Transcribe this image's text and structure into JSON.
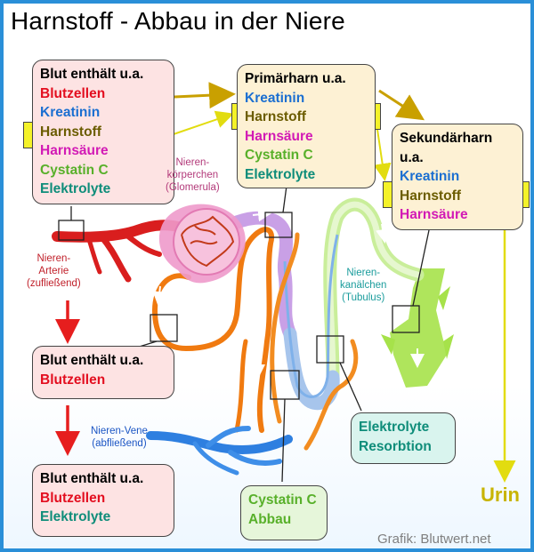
{
  "title": "Harnstoff - Abbau in der Niere",
  "box_blood_top": {
    "heading": "Blut enthält u.a.",
    "items": [
      "Blutzellen",
      "Kreatinin",
      "Harnstoff",
      "Harnsäure",
      "Cystatin C",
      "Elektrolyte"
    ]
  },
  "box_primary": {
    "heading": "Primärharn u.a.",
    "items": [
      "Kreatinin",
      "Harnstoff",
      "Harnsäure",
      "Cystatin C",
      "Elektrolyte"
    ]
  },
  "box_secondary": {
    "heading_1": "Sekundärharn",
    "heading_2": "u.a.",
    "items": [
      "Kreatinin",
      "Harnstoff",
      "Harnsäure"
    ]
  },
  "box_blood_mid": {
    "heading": "Blut enthält u.a.",
    "items": [
      "Blutzellen"
    ]
  },
  "box_blood_bottom": {
    "heading": "Blut enthält u.a.",
    "items": [
      "Blutzellen",
      "Elektrolyte"
    ]
  },
  "box_electrolyte": {
    "line_1": "Elektrolyte",
    "line_2": "Resorbtion"
  },
  "box_cystatin": {
    "line_1": "Cystatin C",
    "line_2": "Abbau"
  },
  "labels": {
    "glomerula": [
      "Nieren-",
      "körperchen",
      "(Glomerula)"
    ],
    "artery": [
      "Nieren-",
      "Arterie",
      "(zufließend)"
    ],
    "vein": [
      "Nieren-Vene",
      "(abfließend)"
    ],
    "tubulus": [
      "Nieren-",
      "kanälchen",
      "(Tubulus)"
    ],
    "urin": "Urin"
  },
  "credit": "Grafik: Blutwert.net",
  "colors": {
    "frame": "#2a8fd8",
    "highlight": "#f4f229",
    "blutzellen": "#e30e1f",
    "kreatinin": "#1b6fd1",
    "harnstoff": "#6b5c00",
    "harnsaeure": "#d21ab5",
    "cystatin": "#58b02a",
    "elektrolyte": "#0f8d7a",
    "urin": "#c8b400"
  }
}
